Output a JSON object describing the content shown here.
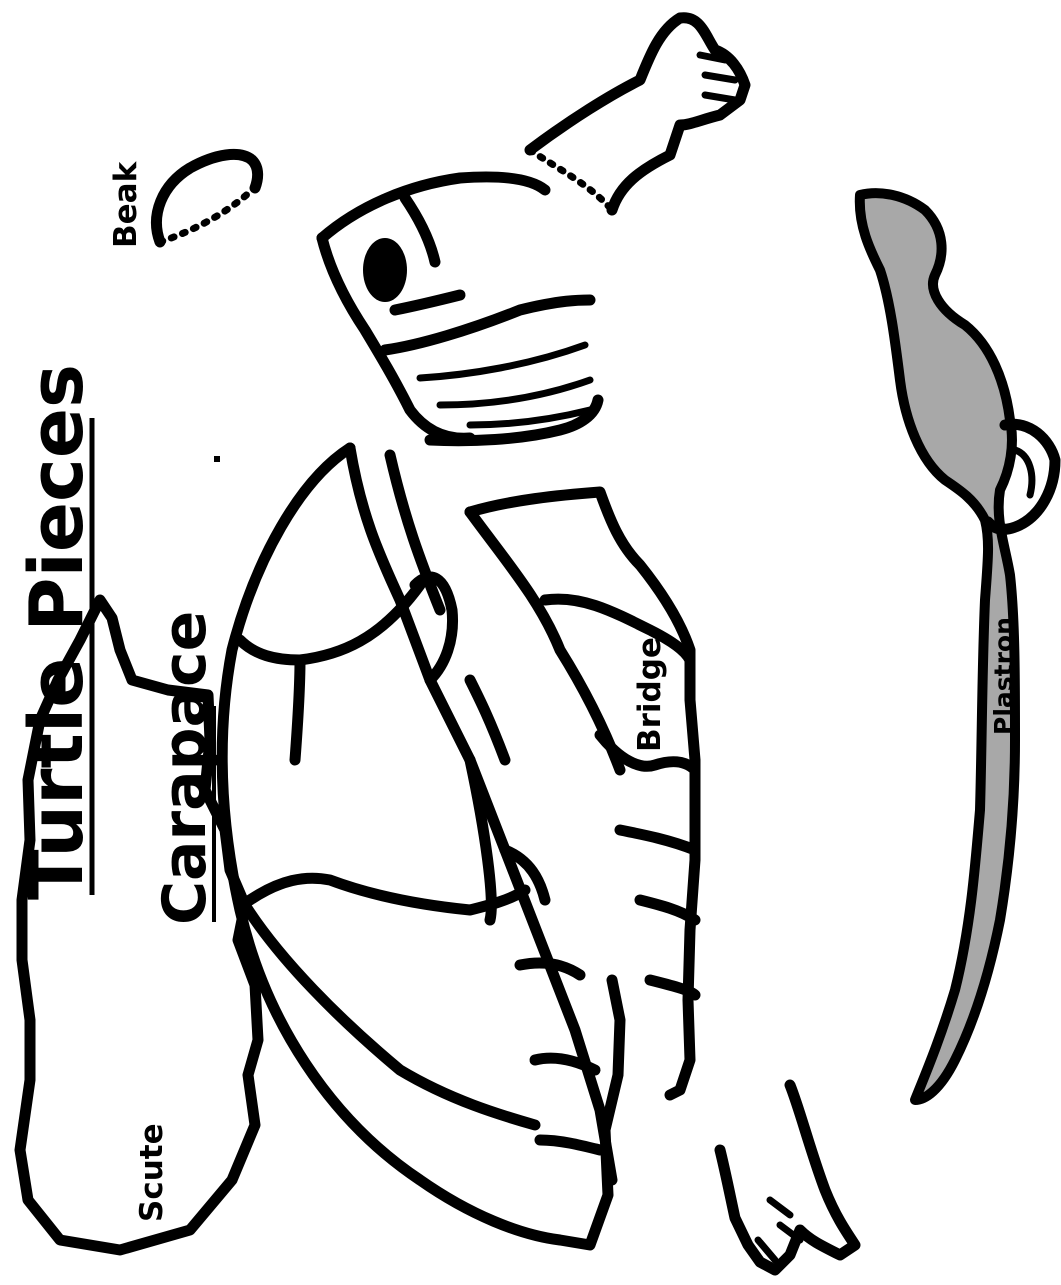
{
  "title": "Turtle Pieces",
  "labels": {
    "carapace": "Carapace",
    "beak": "Beak",
    "bridge": "Bridge",
    "plastron": "Plastron",
    "scute": "Scute"
  },
  "colors": {
    "ink": "#000000",
    "plastron_fill": "#a8a8a8",
    "background": "#ffffff"
  }
}
